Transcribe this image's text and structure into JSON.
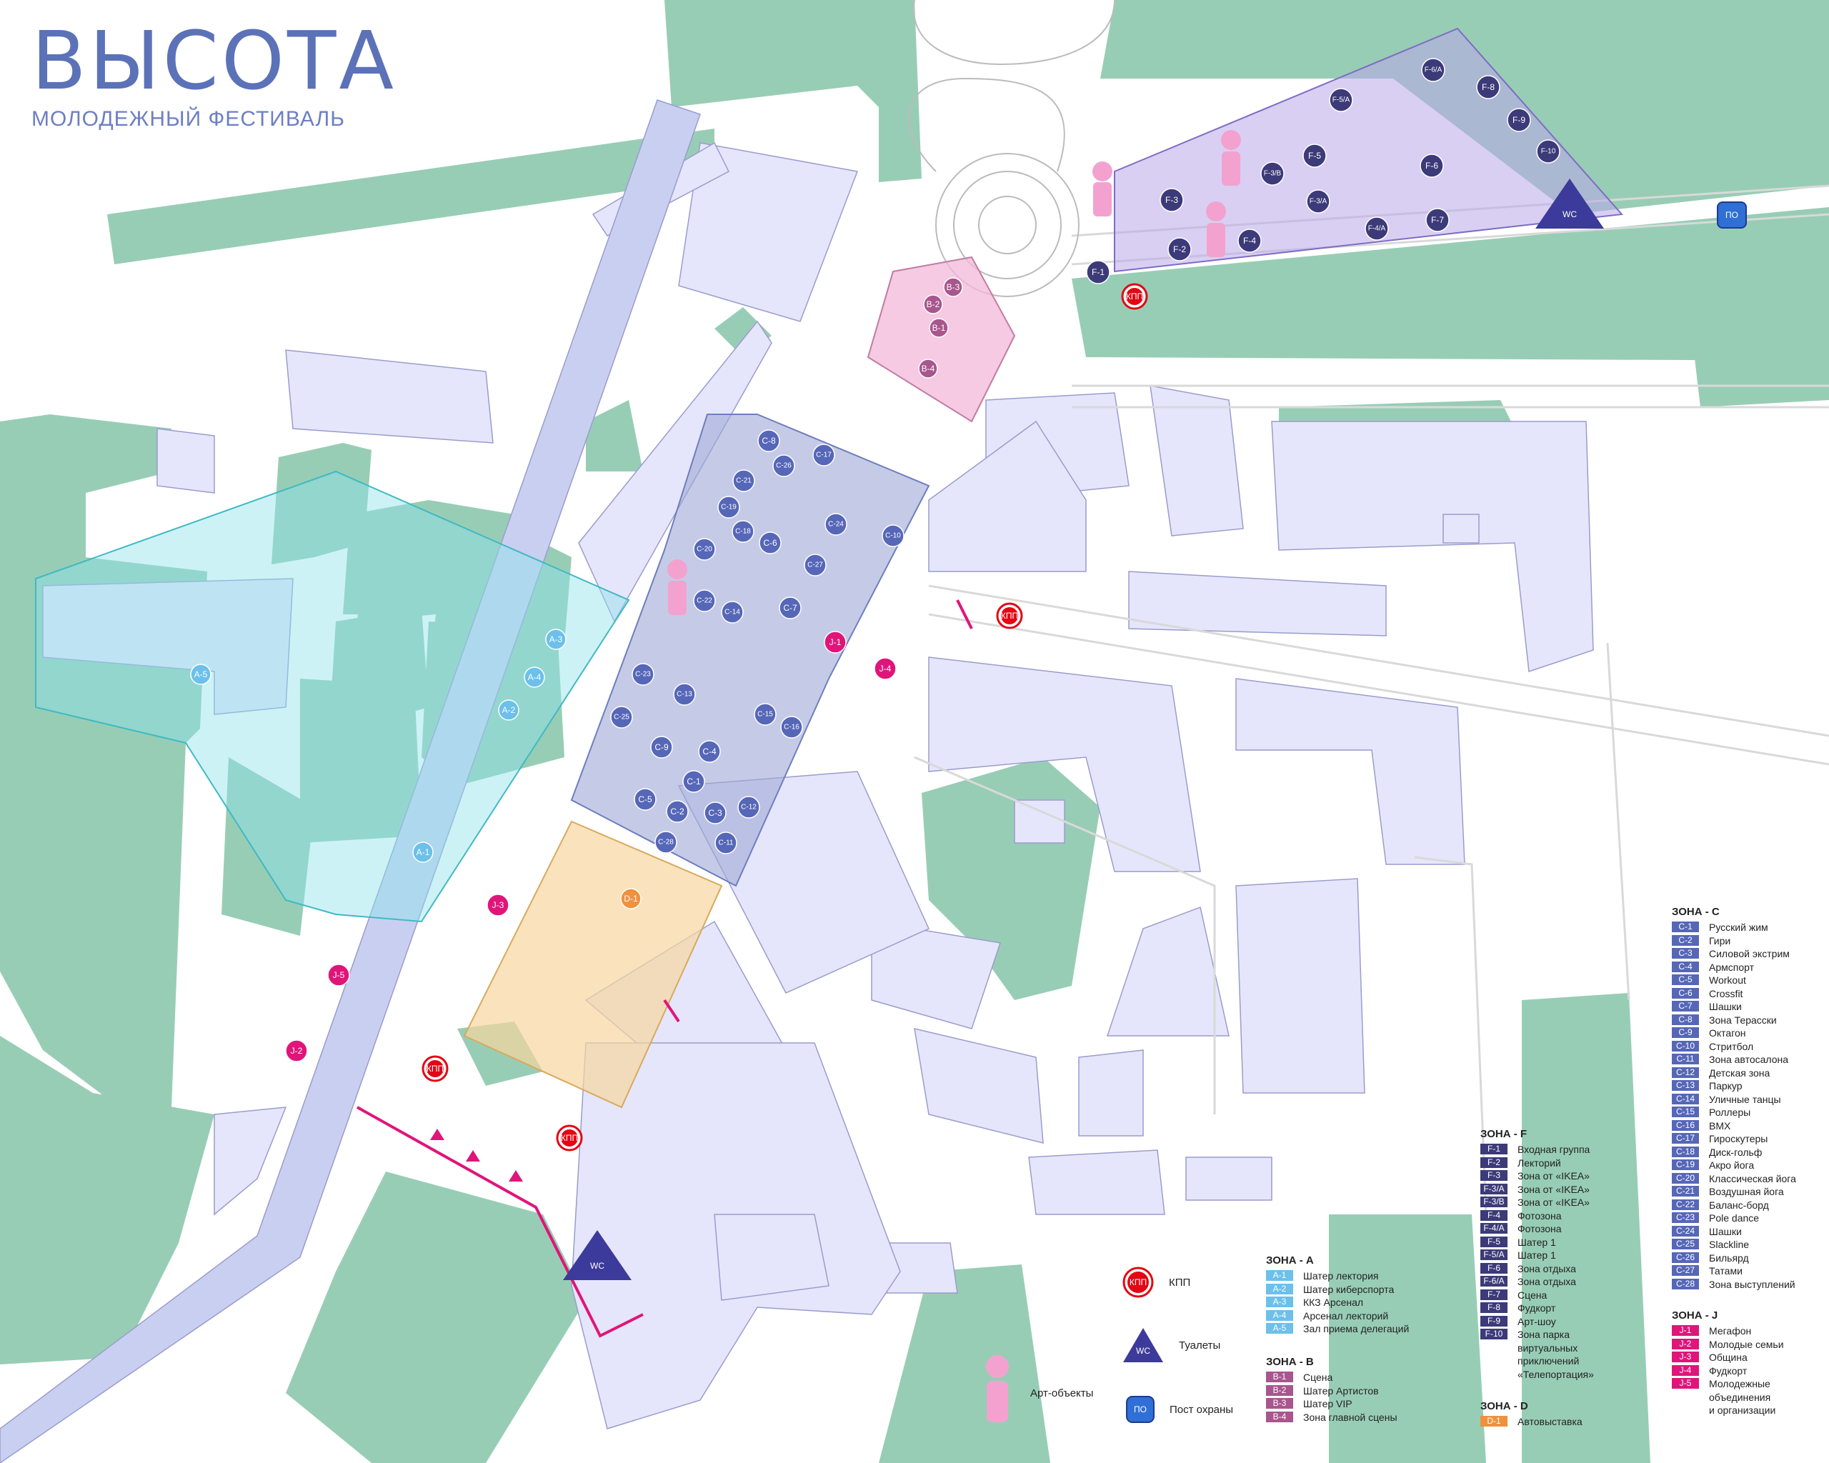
{
  "logo": {
    "title": "ВЫСОТА",
    "subtitle": "МОЛОДЕЖНЫЙ ФЕСТИВАЛЬ"
  },
  "colors": {
    "green": "#98cdb5",
    "building": "#e5e6fb",
    "zone_a": "#8fe3ea",
    "zone_b": "#f2b8d8",
    "zone_c": "#9ea9d6",
    "zone_d": "#f6d6a0",
    "zone_f": "#b9a7ea",
    "marker_a": "#6cc0ea",
    "marker_b": "#a8568d",
    "marker_c": "#5667b8",
    "marker_d": "#f0913e",
    "marker_f": "#3c3a78",
    "marker_j": "#e0157a",
    "kpp": "#e30613",
    "po": "#2f6fd6",
    "entrance": "#e0157a"
  },
  "map_symbols": {
    "kpp": "КПП",
    "wc": "WC",
    "po": "ПО",
    "art_icon": "bust-statue-icon"
  },
  "symbol_legend": [
    {
      "name": "kpp",
      "label": "КПП"
    },
    {
      "name": "wc",
      "label": "Туалеты"
    },
    {
      "name": "art",
      "label": "Арт-объекты"
    },
    {
      "name": "po",
      "label": "Пост охраны"
    }
  ],
  "zones": {
    "A": {
      "title": "ЗОНА - А",
      "items": [
        {
          "code": "A-1",
          "label": "Шатер лектория"
        },
        {
          "code": "A-2",
          "label": "Шатер киберспорта"
        },
        {
          "code": "A-3",
          "label": "ККЗ Арсенал"
        },
        {
          "code": "A-4",
          "label": "Арсенал лекторий"
        },
        {
          "code": "A-5",
          "label": "Зал приема делегаций"
        }
      ]
    },
    "B": {
      "title": "ЗОНА - В",
      "items": [
        {
          "code": "B-1",
          "label": "Сцена"
        },
        {
          "code": "B-2",
          "label": "Шатер Артистов"
        },
        {
          "code": "B-3",
          "label": "Шатер VIP"
        },
        {
          "code": "B-4",
          "label": "Зона главной сцены"
        }
      ]
    },
    "F": {
      "title": "ЗОНА - F",
      "items": [
        {
          "code": "F-1",
          "label": "Входная группа"
        },
        {
          "code": "F-2",
          "label": "Лекторий"
        },
        {
          "code": "F-3",
          "label": "Зона от «IKEA»"
        },
        {
          "code": "F-3/A",
          "label": "Зона от «IKEA»"
        },
        {
          "code": "F-3/B",
          "label": "Зона от «IKEA»"
        },
        {
          "code": "F-4",
          "label": "Фотозона"
        },
        {
          "code": "F-4/A",
          "label": "Фотозона"
        },
        {
          "code": "F-5",
          "label": "Шатер 1"
        },
        {
          "code": "F-5/A",
          "label": "Шатер 1"
        },
        {
          "code": "F-6",
          "label": "Зона отдыха"
        },
        {
          "code": "F-6/A",
          "label": "Зона отдыха"
        },
        {
          "code": "F-7",
          "label": "Сцена"
        },
        {
          "code": "F-8",
          "label": "Фудкорт"
        },
        {
          "code": "F-9",
          "label": "Арт-шоу"
        },
        {
          "code": "F-10",
          "label": "Зона парка\nвиртуальных\nприключений\n«Телепортация»"
        }
      ]
    },
    "D": {
      "title": "ЗОНА - D",
      "items": [
        {
          "code": "D-1",
          "label": "Автовыставка"
        }
      ]
    },
    "C": {
      "title": "ЗОНА - С",
      "items": [
        {
          "code": "C-1",
          "label": "Русский жим"
        },
        {
          "code": "C-2",
          "label": "Гири"
        },
        {
          "code": "C-3",
          "label": "Силовой экстрим"
        },
        {
          "code": "C-4",
          "label": "Армспорт"
        },
        {
          "code": "C-5",
          "label": "Workout"
        },
        {
          "code": "C-6",
          "label": "Crossfit"
        },
        {
          "code": "C-7",
          "label": "Шашки"
        },
        {
          "code": "C-8",
          "label": "Зона Терасски"
        },
        {
          "code": "C-9",
          "label": "Октагон"
        },
        {
          "code": "C-10",
          "label": "Стритбол"
        },
        {
          "code": "C-11",
          "label": "Зона автосалона"
        },
        {
          "code": "C-12",
          "label": "Детская зона"
        },
        {
          "code": "C-13",
          "label": "Паркур"
        },
        {
          "code": "C-14",
          "label": "Уличные танцы"
        },
        {
          "code": "C-15",
          "label": "Роллеры"
        },
        {
          "code": "C-16",
          "label": "BMX"
        },
        {
          "code": "C-17",
          "label": "Гироскутеры"
        },
        {
          "code": "C-18",
          "label": "Диск-гольф"
        },
        {
          "code": "C-19",
          "label": "Акро йога"
        },
        {
          "code": "C-20",
          "label": "Классическая йога"
        },
        {
          "code": "C-21",
          "label": "Воздушная йога"
        },
        {
          "code": "C-22",
          "label": "Баланс-борд"
        },
        {
          "code": "C-23",
          "label": "Pole dance"
        },
        {
          "code": "C-24",
          "label": "Шашки"
        },
        {
          "code": "C-25",
          "label": "Slackline"
        },
        {
          "code": "C-26",
          "label": "Бильярд"
        },
        {
          "code": "C-27",
          "label": "Татами"
        },
        {
          "code": "C-28",
          "label": "Зона выступлений"
        }
      ]
    },
    "J": {
      "title": "ЗОНА - J",
      "items": [
        {
          "code": "J-1",
          "label": "Мегафон"
        },
        {
          "code": "J-2",
          "label": "Молодые семьи"
        },
        {
          "code": "J-3",
          "label": "Община"
        },
        {
          "code": "J-4",
          "label": "Фудкорт"
        },
        {
          "code": "J-5",
          "label": "Молодежные\nобъединения\nи организации"
        }
      ]
    }
  },
  "markers": {
    "A": [
      {
        "code": "A-1"
      },
      {
        "code": "A-2"
      },
      {
        "code": "A-3"
      },
      {
        "code": "A-4"
      },
      {
        "code": "A-5"
      }
    ],
    "B": [
      {
        "code": "B-1"
      },
      {
        "code": "B-2"
      },
      {
        "code": "B-3"
      },
      {
        "code": "B-4"
      }
    ],
    "C": [
      {
        "code": "C-1"
      },
      {
        "code": "C-2"
      },
      {
        "code": "C-3"
      },
      {
        "code": "C-4"
      },
      {
        "code": "C-5"
      },
      {
        "code": "C-6"
      },
      {
        "code": "C-7"
      },
      {
        "code": "C-8"
      },
      {
        "code": "C-9"
      },
      {
        "code": "C-10"
      },
      {
        "code": "C-11"
      },
      {
        "code": "C-12"
      },
      {
        "code": "C-13"
      },
      {
        "code": "C-14"
      },
      {
        "code": "C-15"
      },
      {
        "code": "C-16"
      },
      {
        "code": "C-17"
      },
      {
        "code": "C-18"
      },
      {
        "code": "C-19"
      },
      {
        "code": "C-20"
      },
      {
        "code": "C-21"
      },
      {
        "code": "C-22"
      },
      {
        "code": "C-23"
      },
      {
        "code": "C-24"
      },
      {
        "code": "C-25"
      },
      {
        "code": "C-26"
      },
      {
        "code": "C-27"
      },
      {
        "code": "C-28"
      }
    ],
    "D": [
      {
        "code": "D-1"
      }
    ],
    "F": [
      {
        "code": "F-1"
      },
      {
        "code": "F-2"
      },
      {
        "code": "F-3"
      },
      {
        "code": "F-3/A"
      },
      {
        "code": "F-3/B"
      },
      {
        "code": "F-4"
      },
      {
        "code": "F-4/A"
      },
      {
        "code": "F-5"
      },
      {
        "code": "F-5/A"
      },
      {
        "code": "F-6"
      },
      {
        "code": "F-6/A"
      },
      {
        "code": "F-7"
      },
      {
        "code": "F-8"
      },
      {
        "code": "F-9"
      },
      {
        "code": "F-10"
      }
    ],
    "J": [
      {
        "code": "J-1"
      },
      {
        "code": "J-2"
      },
      {
        "code": "J-3"
      },
      {
        "code": "J-4"
      },
      {
        "code": "J-5"
      }
    ]
  }
}
